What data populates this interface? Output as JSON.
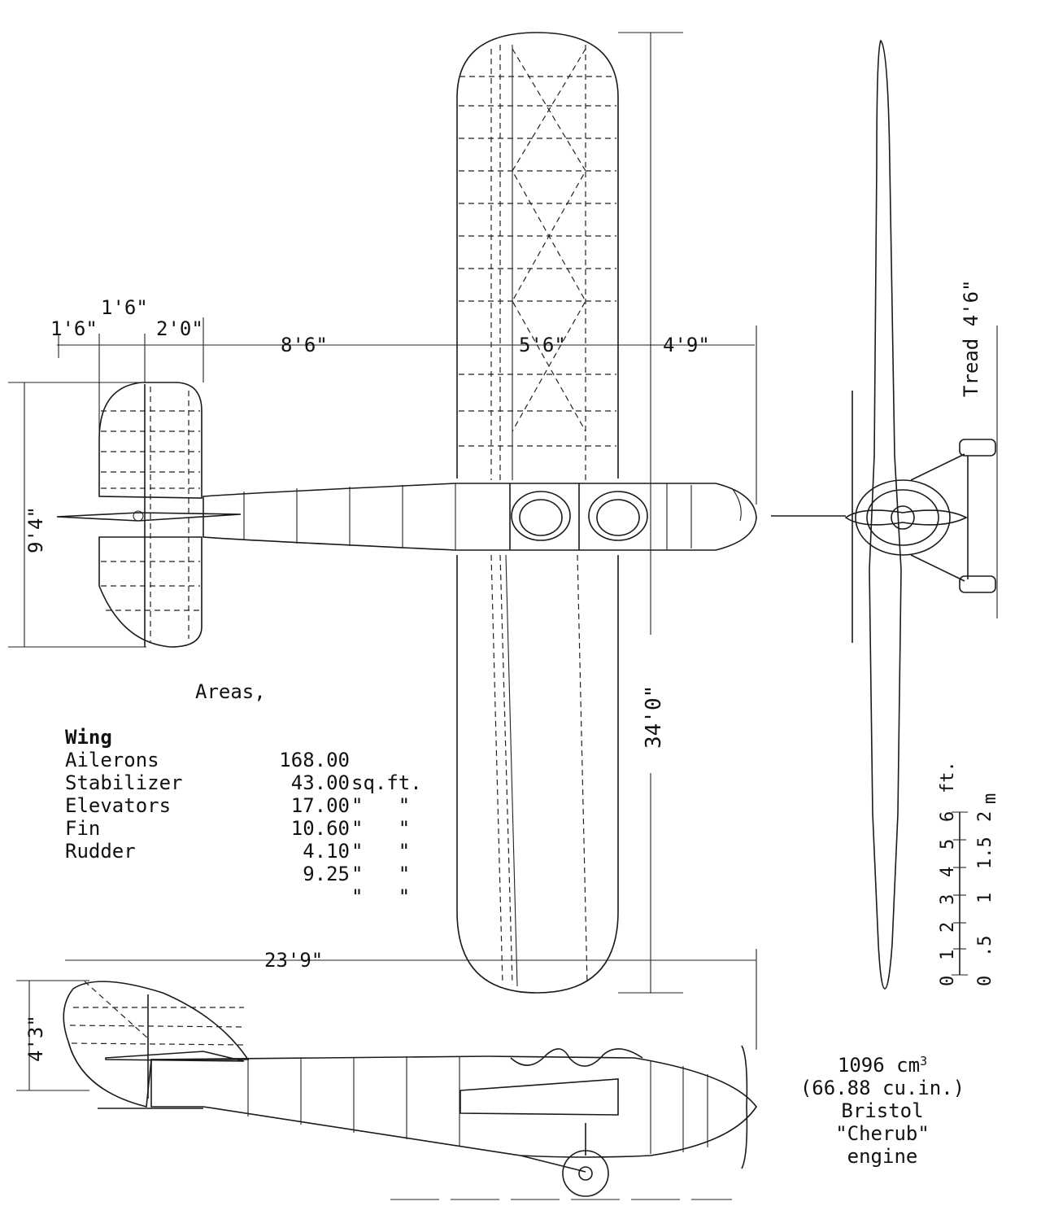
{
  "dimensions": {
    "tail_front": "1'6\"",
    "tail_mid": "1'6\"",
    "tail_rear": "2'0\"",
    "tail_to_wing": "8'6\"",
    "wing_chord": "5'6\"",
    "wing_to_nose": "4'9\"",
    "stabilizer_span": "9'4\"",
    "wingspan": "34'0\"",
    "overall_length": "23'9\"",
    "height": "4'3\"",
    "tread": "Tread 4'6\""
  },
  "areas": {
    "title": "Areas,",
    "rows": [
      {
        "name": "Wing",
        "value": "168.00",
        "unit": "sq.ft."
      },
      {
        "name": "Ailerons",
        "value": "43.00",
        "unit": "\"   \""
      },
      {
        "name": "Stabilizer",
        "value": "17.00",
        "unit": "\"   \""
      },
      {
        "name": "Elevators",
        "value": "10.60",
        "unit": "\"   \""
      },
      {
        "name": "Fin",
        "value": "4.10",
        "unit": "\"   \""
      },
      {
        "name": "Rudder",
        "value": "9.25",
        "unit": "\"   \""
      }
    ]
  },
  "scale": {
    "feet_unit": "ft.",
    "meter_unit": "m",
    "feet_ticks": [
      "0",
      "1",
      "2",
      "3",
      "4",
      "5",
      "6"
    ],
    "meter_ticks": [
      "0",
      ".5",
      "1",
      "1.5",
      "2"
    ]
  },
  "engine": {
    "displacement": "1096 cm",
    "displacement_exp": "3",
    "cu_in": "(66.88 cu.in.)",
    "make": "Bristol",
    "model": "\"Cherub\"",
    "word": "engine"
  }
}
